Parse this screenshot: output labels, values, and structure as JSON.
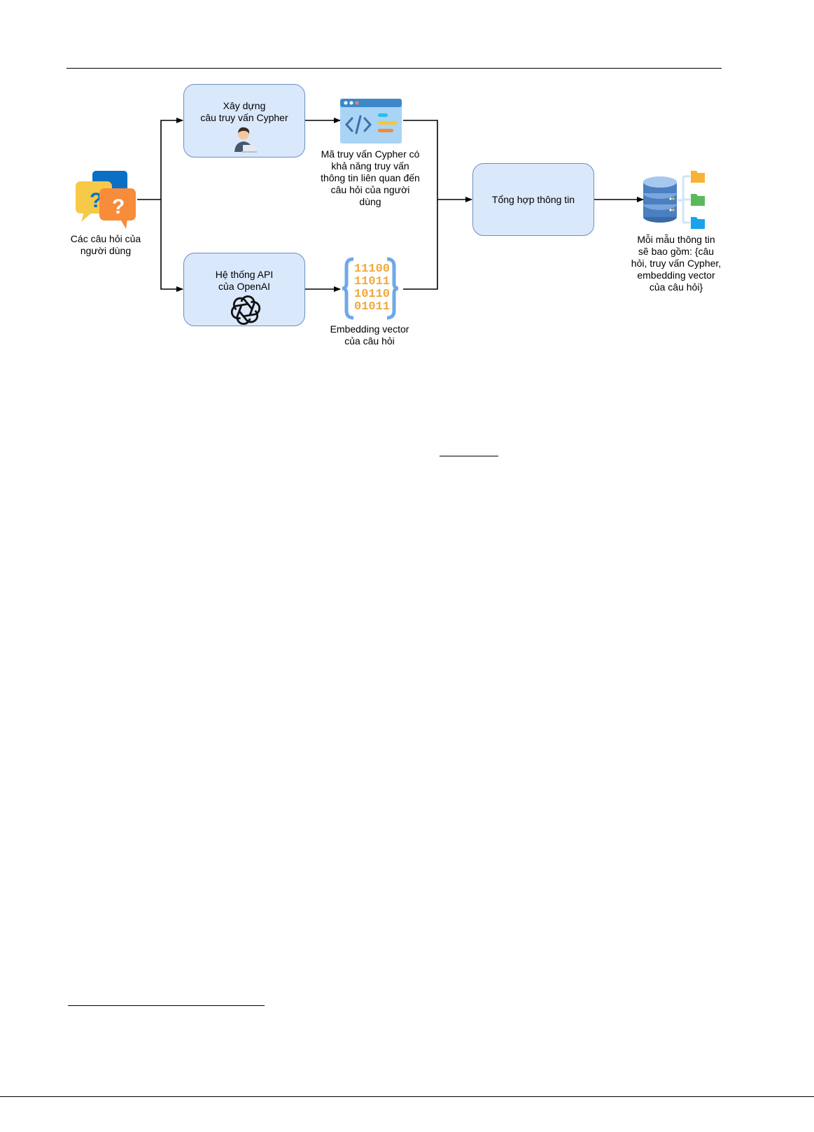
{
  "diagram": {
    "source_node": {
      "label": "Các câu hỏi của\nngười dùng",
      "icon": "question-bubbles-icon"
    },
    "cypher_builder": {
      "label": "Xây dựng\ncâu truy vấn Cypher",
      "icon": "person-laptop-icon"
    },
    "openai_api": {
      "label": "Hệ thống API\ncủa OpenAI",
      "icon": "openai-logo-icon"
    },
    "cypher_code": {
      "label": "Mã truy vấn Cypher có\nkhả năng truy vấn\nthông tin liên quan đến\ncâu hỏi của người\ndùng",
      "icon": "code-window-icon"
    },
    "embedding": {
      "label": "Embedding vector\ncủa câu hỏi",
      "icon": "binary-braces-icon"
    },
    "aggregate": {
      "label": "Tổng hợp thông tin"
    },
    "output": {
      "label": "Mỗi mẫu thông tin\nsẽ bao gồm: {câu\nhỏi, truy vấn Cypher,\nembedding vector\ncủa câu hỏi}",
      "icon": "database-folders-icon"
    },
    "binary_digits": [
      "11100",
      "11011",
      "10110",
      "01011"
    ],
    "colors": {
      "box_fill": "#dae8fc",
      "box_stroke": "#6c8ebf",
      "arrow": "#000000"
    }
  }
}
